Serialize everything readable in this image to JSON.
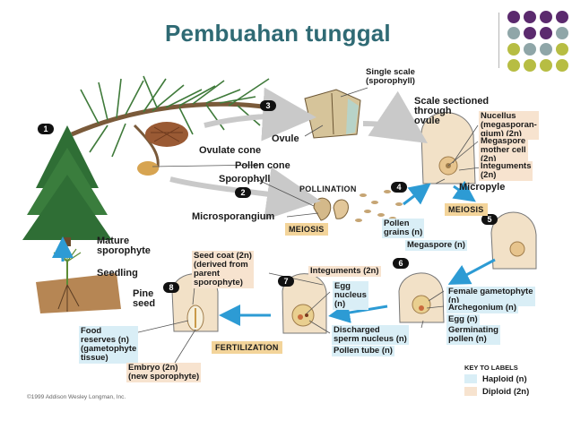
{
  "title": "Pembuahan tunggal",
  "decor": {
    "dots": [
      "#5b2a6e",
      "#5b2a6e",
      "#5b2a6e",
      "#5b2a6e",
      "#8fa6a8",
      "#5b2a6e",
      "#5b2a6e",
      "#8fa6a8",
      "#b7bd43",
      "#8fa6a8",
      "#8fa6a8",
      "#b7bd43",
      "#b7bd43",
      "#b7bd43",
      "#b7bd43",
      "#b7bd43"
    ]
  },
  "colors": {
    "haploid": "#d9eef6",
    "diploid": "#f7e3cf",
    "arrow": "#2d9bd4",
    "gray_arrow": "#c9c9c9",
    "stage": "#f3d49a"
  },
  "steps": [
    "1",
    "2",
    "3",
    "4",
    "5",
    "6",
    "7",
    "8"
  ],
  "stages": {
    "pollination": "POLLINATION",
    "meiosis_left": "MEIOSIS",
    "meiosis_right": "MEIOSIS",
    "fertilization": "FERTILIZATION"
  },
  "labels": {
    "single_scale": "Single scale\n(sporophyll)",
    "ovule": "Ovule",
    "ovulate_cone": "Ovulate cone",
    "pollen_cone": "Pollen cone",
    "sporophyll": "Sporophyll",
    "microsporangium": "Microsporangium",
    "scale_sectioned": "Scale sectioned\nthrough\novule",
    "nucellus": "Nucellus\n(megasporan-\ngium) (2n)",
    "megaspore_mother": "Megaspore\nmother cell\n(2n)",
    "integuments_top": "Integuments\n(2n)",
    "micropyle": "Micropyle",
    "pollen_grains": "Pollen\ngrains (n)",
    "megaspore": "Megaspore (n)",
    "integuments_mid": "Integuments (2n)",
    "female_gametophyte": "Female gametophyte\n(n)",
    "archegonium": "Archegonium (n)",
    "egg": "Egg (n)",
    "germinating_pollen": "Germinating\npollen (n)",
    "egg_nucleus": "Egg\nnucleus\n(n)",
    "discharged_sperm": "Discharged\nsperm nucleus (n)",
    "pollen_tube": "Pollen tube (n)",
    "seed_coat": "Seed coat (2n)\n(derived from\nparent\nsporophyte)",
    "pine_seed": "Pine\nseed",
    "food_reserves": "Food\nreserves (n)\n(gametophyte\ntissue)",
    "embryo": "Embryo (2n)\n(new sporophyte)",
    "mature_sporophyte": "Mature\nsporophyte",
    "seedling": "Seedling"
  },
  "key": {
    "title": "KEY TO LABELS",
    "haploid": "Haploid (n)",
    "diploid": "Diploid (2n)"
  },
  "copyright": "©1999 Addison Wesley Longman, Inc."
}
